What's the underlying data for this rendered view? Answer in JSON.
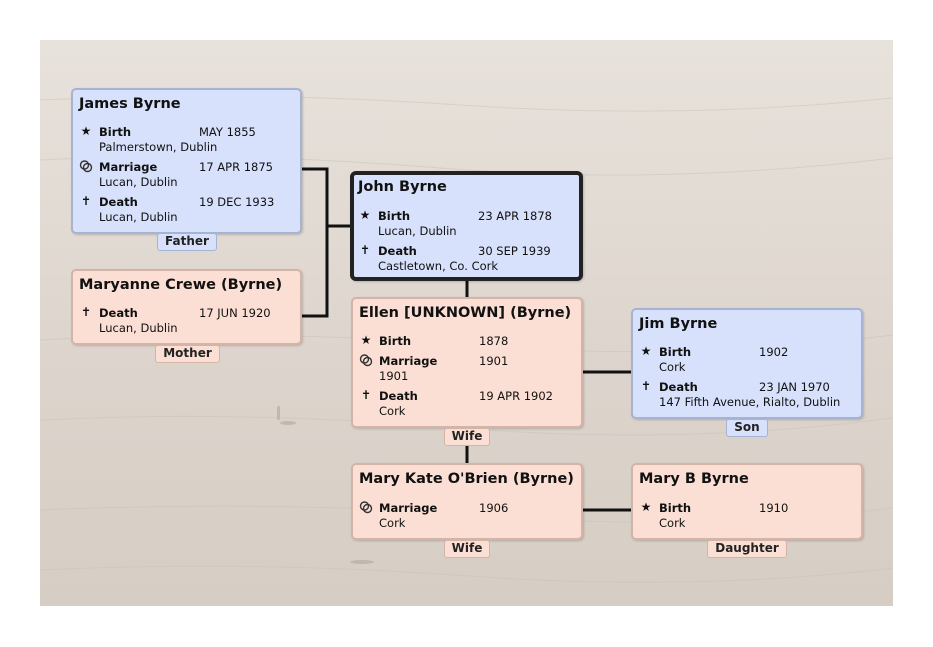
{
  "people": {
    "father": {
      "name": "James Byrne",
      "events": [
        {
          "icon": "star-icon",
          "label": "Birth",
          "date": "MAY 1855",
          "place": "Palmerstown, Dublin"
        },
        {
          "icon": "rings-icon",
          "label": "Marriage",
          "date": "17 APR 1875",
          "place": "Lucan, Dublin"
        },
        {
          "icon": "cross-icon",
          "label": "Death",
          "date": "19 DEC 1933",
          "place": "Lucan, Dublin"
        }
      ],
      "tag": "Father"
    },
    "mother": {
      "name": "Maryanne Crewe (Byrne)",
      "events": [
        {
          "icon": "cross-icon",
          "label": "Death",
          "date": "17 JUN 1920",
          "place": "Lucan, Dublin"
        }
      ],
      "tag": "Mother"
    },
    "focus": {
      "name": "John Byrne",
      "events": [
        {
          "icon": "star-icon",
          "label": "Birth",
          "date": "23 APR 1878",
          "place": "Lucan, Dublin"
        },
        {
          "icon": "cross-icon",
          "label": "Death",
          "date": "30 SEP 1939",
          "place": "Castletown, Co. Cork"
        }
      ]
    },
    "wife1": {
      "name": "Ellen [UNKNOWN] (Byrne)",
      "events": [
        {
          "icon": "star-icon",
          "label": "Birth",
          "date": "1878",
          "place": ""
        },
        {
          "icon": "rings-icon",
          "label": "Marriage",
          "date": "1901",
          "place": "1901"
        },
        {
          "icon": "cross-icon",
          "label": "Death",
          "date": "19 APR 1902",
          "place": "Cork"
        }
      ],
      "tag": "Wife"
    },
    "son": {
      "name": "Jim Byrne",
      "events": [
        {
          "icon": "star-icon",
          "label": "Birth",
          "date": "1902",
          "place": "Cork"
        },
        {
          "icon": "cross-icon",
          "label": "Death",
          "date": "23 JAN 1970",
          "place": "147 Fifth Avenue, Rialto, Dublin"
        }
      ],
      "tag": "Son"
    },
    "wife2": {
      "name": "Mary Kate O'Brien (Byrne)",
      "events": [
        {
          "icon": "rings-icon",
          "label": "Marriage",
          "date": "1906",
          "place": "Cork"
        }
      ],
      "tag": "Wife"
    },
    "daughter": {
      "name": "Mary B Byrne",
      "events": [
        {
          "icon": "star-icon",
          "label": "Birth",
          "date": "1910",
          "place": "Cork"
        }
      ],
      "tag": "Daughter"
    }
  }
}
